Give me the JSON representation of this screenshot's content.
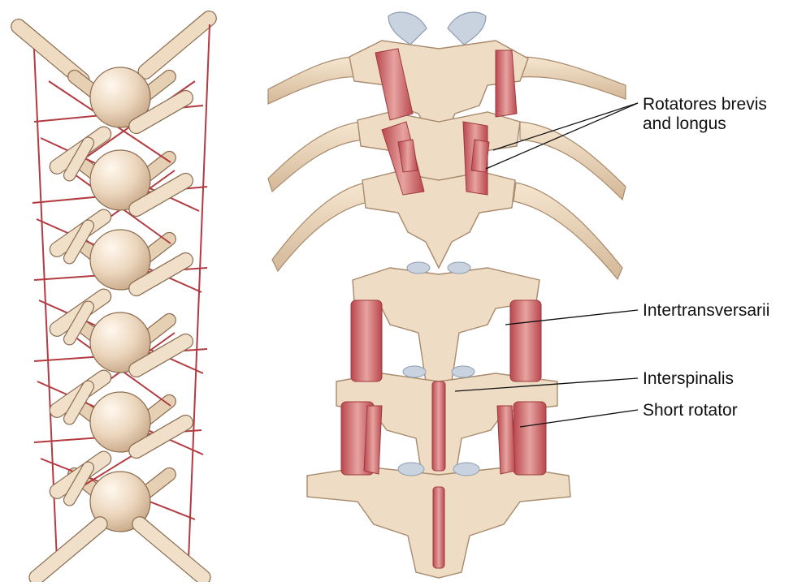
{
  "labels": {
    "rotatores_line1": "Rotatores brevis",
    "rotatores_line2": "and longus",
    "intertransversarii": "Intertransversarii",
    "interspinalis": "Interspinalis",
    "short_rotator": "Short rotator"
  },
  "colors": {
    "bone": "#efdcc4",
    "bone_shadow": "#d3b898",
    "muscle": "#c65a5f",
    "muscle_light": "#e39a97",
    "ligament_line": "#b23a40",
    "cartilage": "#c9d3e0",
    "leader_line": "#111111"
  }
}
